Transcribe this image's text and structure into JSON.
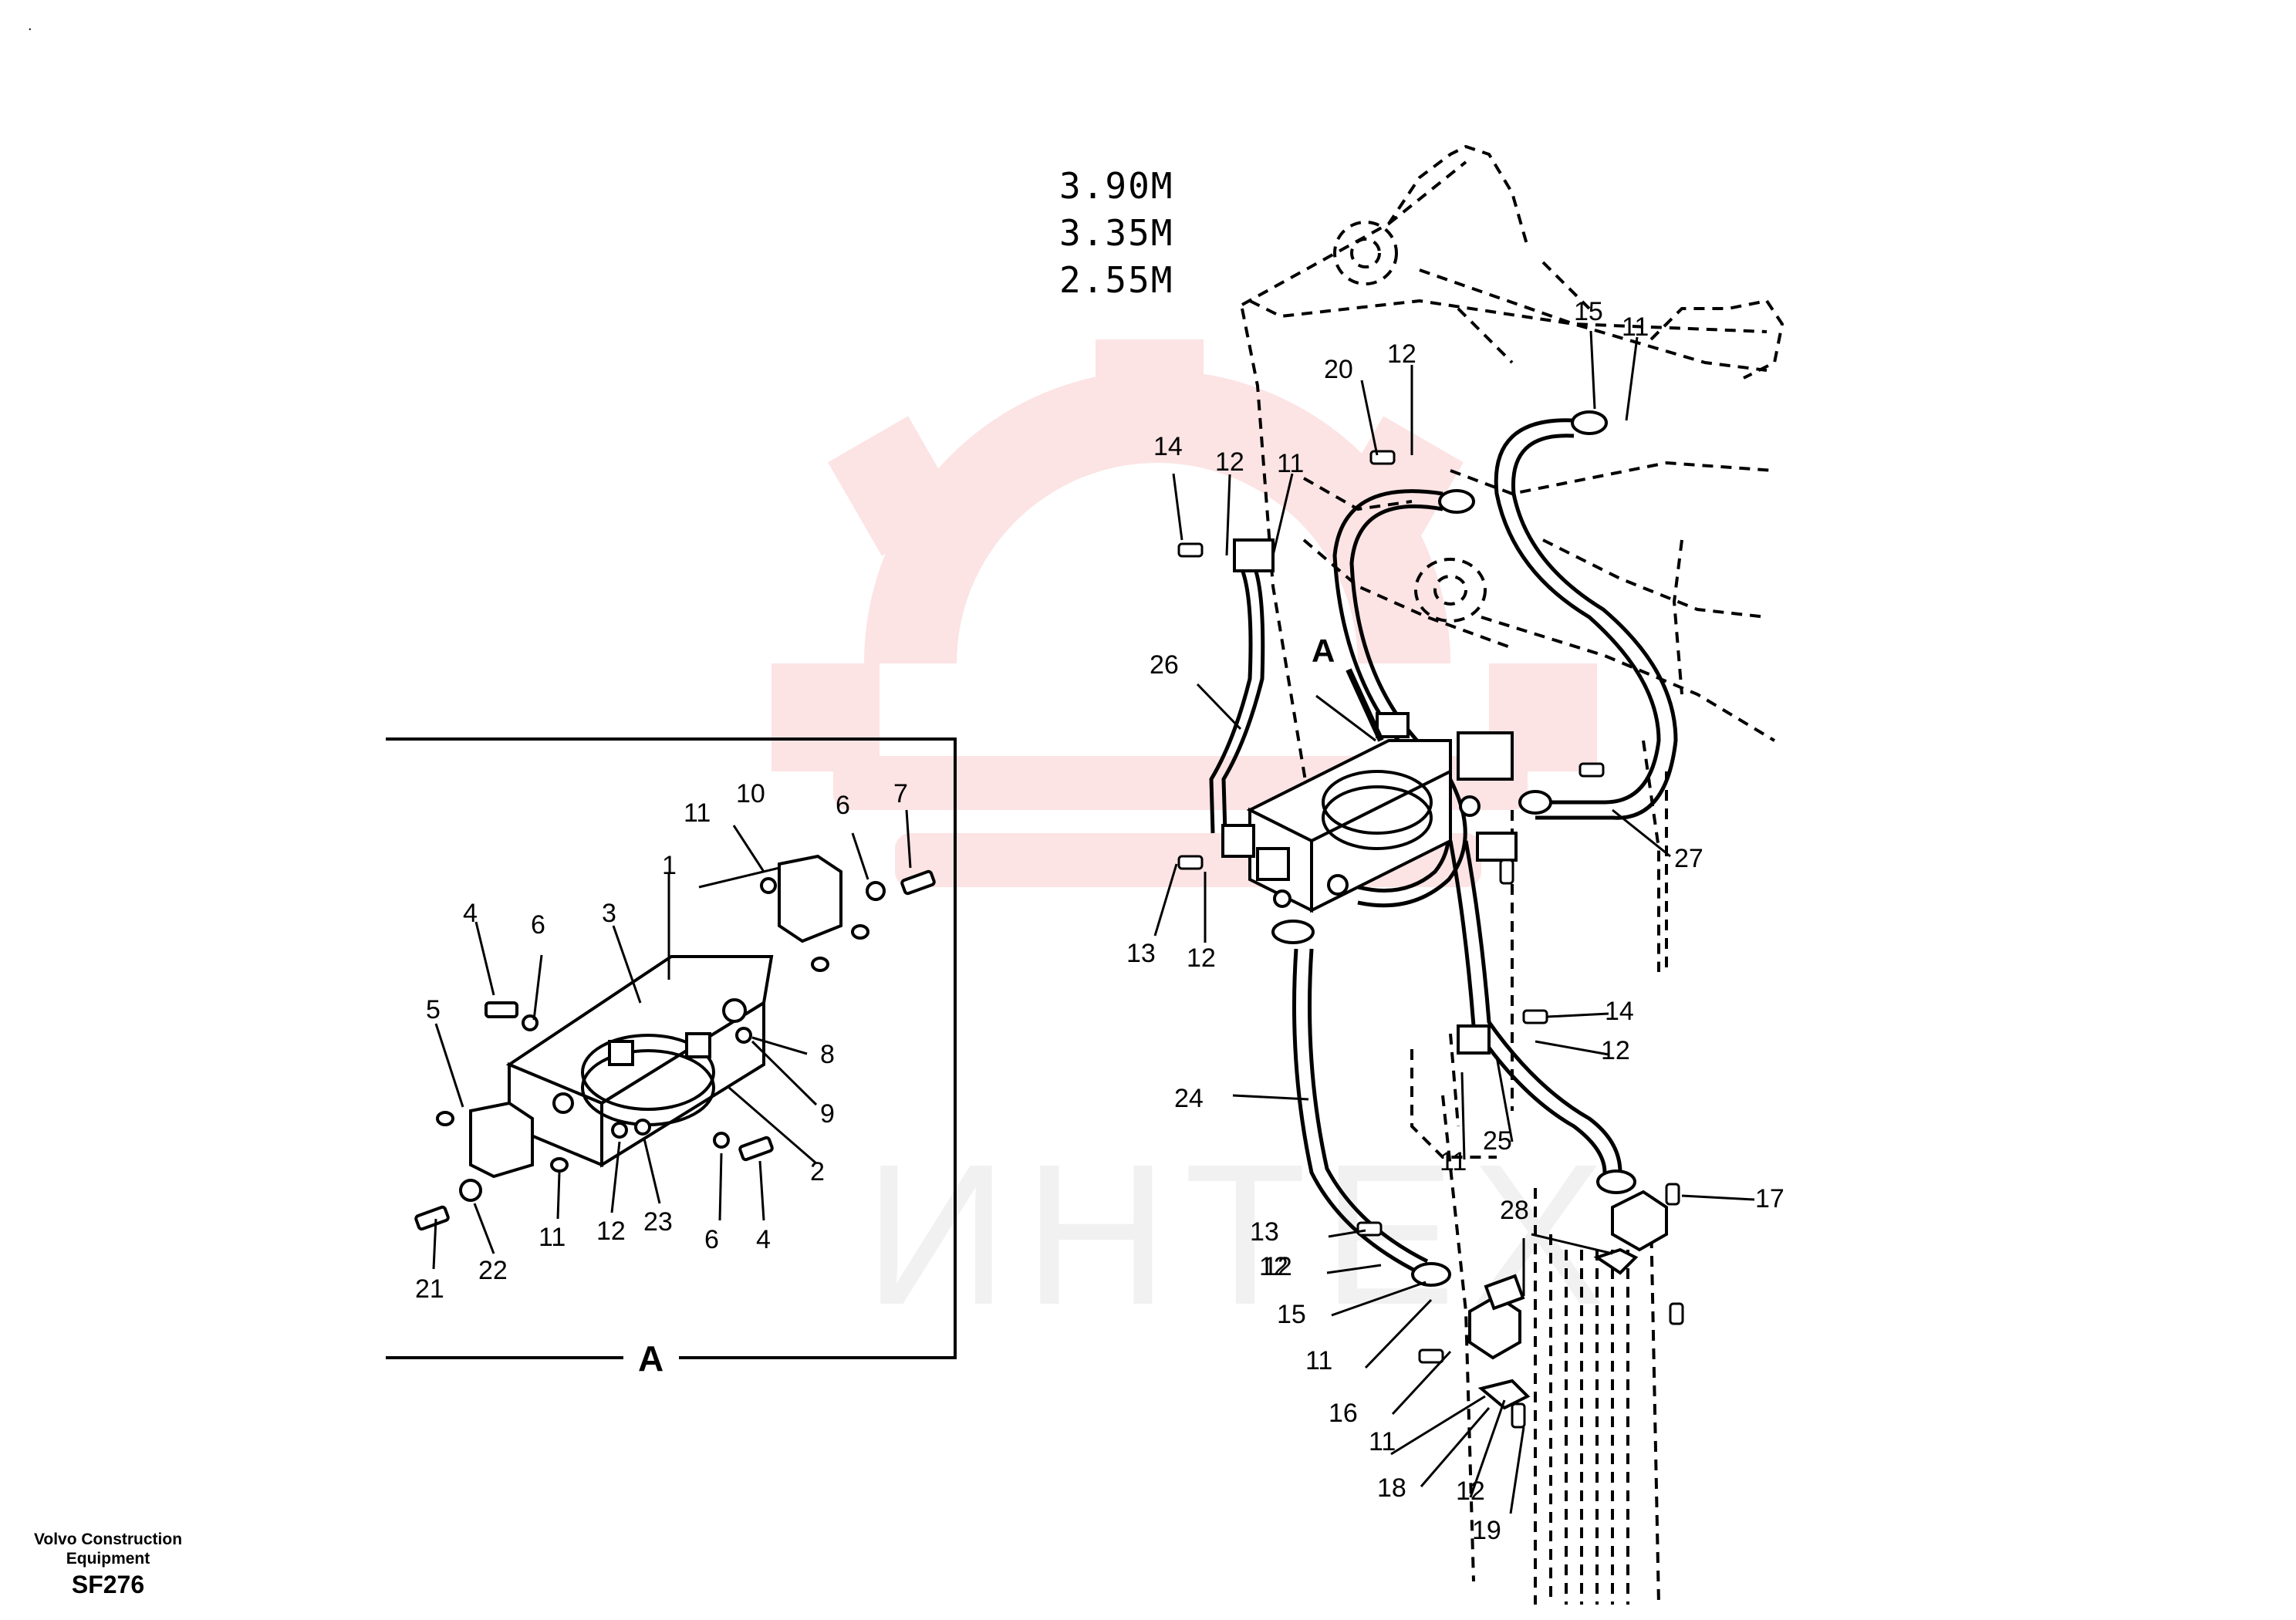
{
  "corner_mark": ".",
  "lengths": [
    "3.90M",
    "3.35M",
    "2.55M"
  ],
  "detail_view": {
    "label": "A"
  },
  "main_view": {
    "label": "A"
  },
  "detail_callouts": [
    "1",
    "2",
    "3",
    "4",
    "4",
    "5",
    "6",
    "6",
    "6",
    "7",
    "8",
    "9",
    "10",
    "11",
    "11",
    "12",
    "21",
    "22",
    "23"
  ],
  "main_callouts": [
    "11",
    "11",
    "11",
    "11",
    "11",
    "12",
    "12",
    "12",
    "12",
    "12",
    "12",
    "12",
    "13",
    "13",
    "14",
    "14",
    "15",
    "15",
    "16",
    "17",
    "18",
    "19",
    "20",
    "24",
    "25",
    "26",
    "27",
    "28"
  ],
  "footer": {
    "brand": "Volvo Construction Equipment",
    "code": "SF276"
  },
  "watermark": {
    "text": "ИНТЕХ",
    "color": "#e8323c"
  },
  "colors": {
    "line": "#000000",
    "watermark_red": "#e8323c",
    "watermark_gray": "#c8c8c8"
  }
}
